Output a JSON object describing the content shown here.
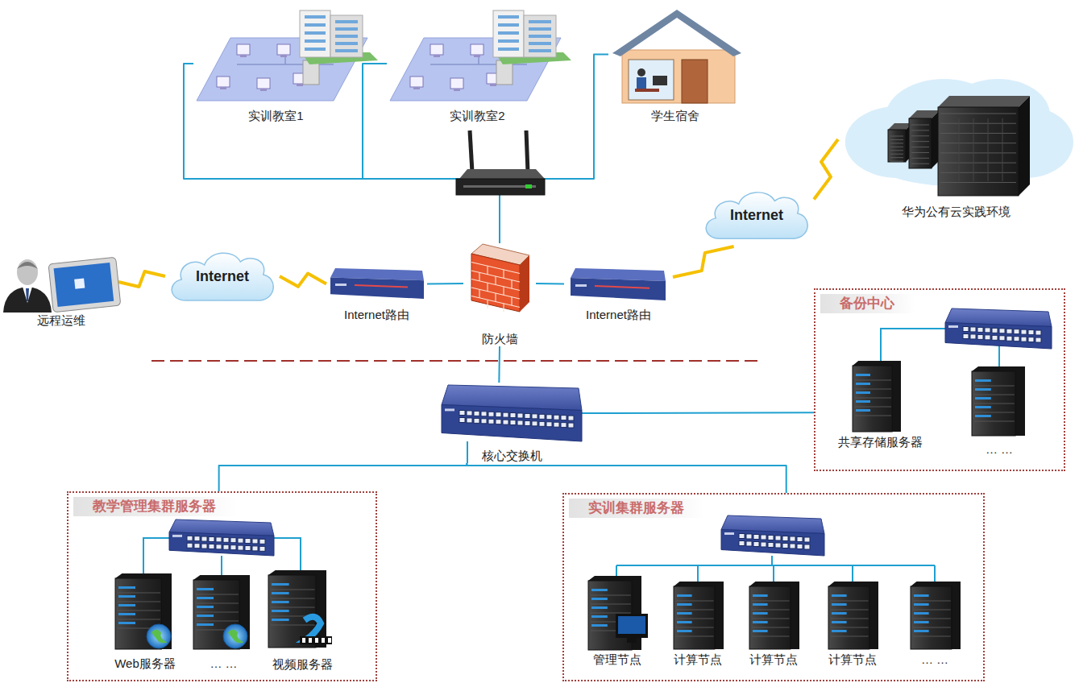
{
  "diagram": {
    "nodes": [
      {
        "text": [
          "实训教室1"
        ]
      },
      {
        "text": [
          "实训教室2"
        ]
      },
      {
        "text": [
          "学生宿舍"
        ]
      },
      {
        "text": [
          "华为公有云实践环境"
        ]
      },
      {
        "text": [
          "Internet"
        ]
      },
      {
        "text": [
          "Internet"
        ]
      },
      {
        "text": [
          "远程运维"
        ]
      },
      {
        "text": [
          "Internet路由"
        ]
      },
      {
        "text": [
          "防火墙"
        ]
      },
      {
        "text": [
          "Internet路由"
        ]
      },
      {
        "text": [
          "备份中心"
        ]
      },
      {
        "text": [
          "共享存储服务器"
        ],
        "in": 10
      },
      {
        "text": [
          "… …"
        ],
        "in": 10
      },
      {
        "text": [
          "核心交换机"
        ]
      },
      {
        "text": [
          "教学管理集群服务器"
        ]
      },
      {
        "text": [
          "Web服务器"
        ],
        "in": 14
      },
      {
        "text": [
          "… …"
        ],
        "in": 14
      },
      {
        "text": [
          "视频服务器"
        ],
        "in": 14
      },
      {
        "text": [
          "实训集群服务器"
        ]
      },
      {
        "text": [
          "管理节点"
        ],
        "in": 18
      },
      {
        "text": [
          "计算节点"
        ],
        "in": 18
      },
      {
        "text": [
          "计算节点"
        ],
        "in": 18
      },
      {
        "text": [
          "计算节点"
        ],
        "in": 18
      },
      {
        "text": [
          "… …"
        ],
        "in": 18
      }
    ],
    "edges": [
      {
        "from": 0,
        "to": 8,
        "arrow": "none"
      },
      {
        "from": 1,
        "to": 8,
        "arrow": "none"
      },
      {
        "from": 2,
        "to": 8,
        "arrow": "none"
      },
      {
        "from": 6,
        "to": 5,
        "arrow": "none"
      },
      {
        "from": 5,
        "to": 7,
        "arrow": "none"
      },
      {
        "from": 7,
        "to": 8,
        "arrow": "none"
      },
      {
        "from": 8,
        "to": 9,
        "arrow": "none"
      },
      {
        "from": 9,
        "to": 4,
        "arrow": "none"
      },
      {
        "from": 4,
        "to": 3,
        "arrow": "none"
      },
      {
        "from": 8,
        "to": 13,
        "arrow": "none"
      },
      {
        "from": 13,
        "to": 10,
        "arrow": "none"
      },
      {
        "from": 13,
        "to": 14,
        "arrow": "none"
      },
      {
        "from": 13,
        "to": 18,
        "arrow": "none"
      }
    ]
  }
}
